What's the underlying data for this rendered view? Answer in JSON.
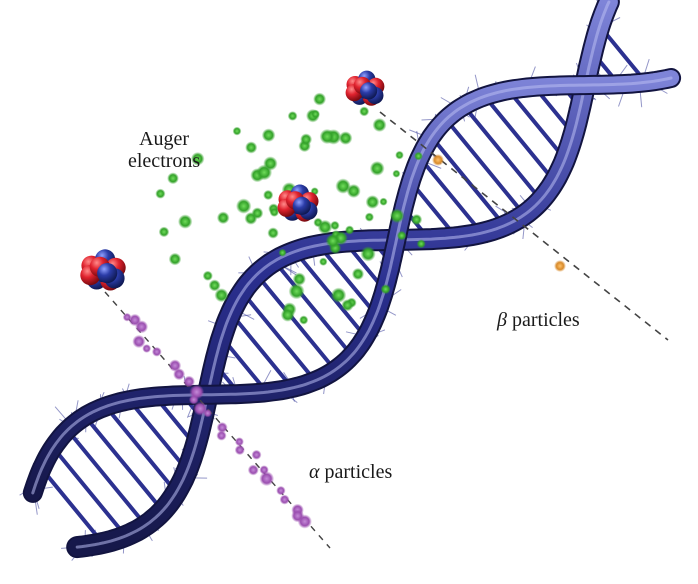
{
  "labels": {
    "auger_line1": "Auger",
    "auger_line2": "electrons",
    "beta_symbol": "β",
    "beta_text": "particles",
    "alpha_symbol": "α",
    "alpha_text": "particles"
  },
  "colors": {
    "dna_backbone": "#2a2f8f",
    "dna_highlight": "#8a90e0",
    "dna_shadow": "#14163f",
    "auger": "#3faa35",
    "alpha": "#9b4fb0",
    "beta": "#d88a2a",
    "nucleus_red": "#d81e2a",
    "nucleus_blue": "#2a3a9a",
    "track_dash": "#444444"
  },
  "icons": {
    "nucleus": "atomic-nucleus-icon",
    "auger_particle": "electron-icon",
    "alpha_particle": "alpha-particle-icon",
    "beta_particle": "beta-particle-icon"
  }
}
